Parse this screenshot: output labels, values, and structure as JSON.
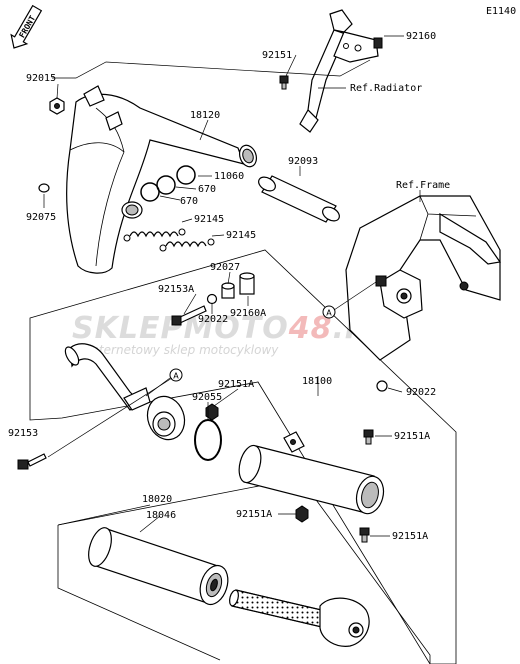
{
  "diagram_code": "E1140",
  "front_label": "FRONT",
  "watermark": {
    "main_a": "SKLEP",
    "main_b": "MOTO",
    "main_c": "48",
    "main_d": ".PL",
    "sub": "internetowy sklep motocyklowy"
  },
  "parts": {
    "p92160": "92160",
    "p92151_top": "92151",
    "ref_radiator": "Ref.Radiator",
    "p92015": "92015",
    "p18120": "18120",
    "p92093": "92093",
    "p11060": "11060",
    "p670_a": "670",
    "p670_b": "670",
    "p92075": "92075",
    "p92145_a": "92145",
    "p92145_b": "92145",
    "ref_frame": "Ref.Frame",
    "p92027": "92027",
    "p92153A": "92153A",
    "p92160A": "92160A",
    "p92022_a": "92022",
    "p18100": "18100",
    "p92022_b": "92022",
    "p92151A_a": "92151A",
    "p92055": "92055",
    "p92153": "92153",
    "p92151A_b": "92151A",
    "p18020": "18020",
    "p18046": "18046",
    "p92151A_c": "92151A",
    "p92151A_d": "92151A",
    "ref_a1": "A",
    "ref_a2": "A"
  }
}
